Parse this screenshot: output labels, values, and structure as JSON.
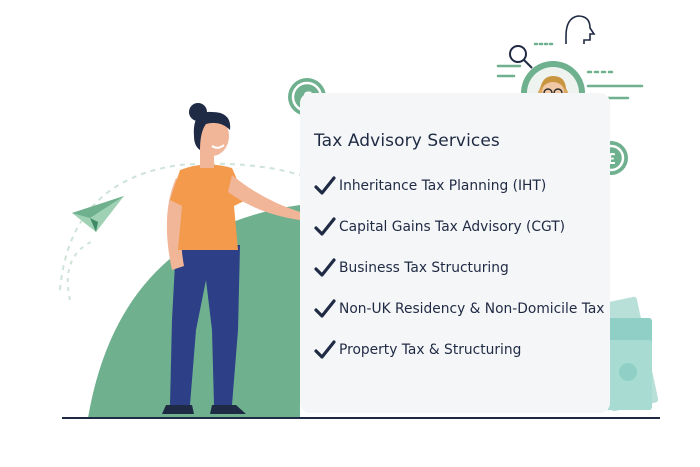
{
  "panel": {
    "title": "Tax Advisory Services",
    "services": [
      {
        "label": "Inheritance Tax Planning (IHT)"
      },
      {
        "label": "Capital Gains Tax Advisory (CGT)"
      },
      {
        "label": "Business Tax Structuring"
      },
      {
        "label": "Non-UK Residency & Non-Domicile Tax"
      },
      {
        "label": "Property Tax & Structuring"
      }
    ]
  },
  "icons": {
    "currency_symbol": "£",
    "check": "check-icon"
  },
  "colors": {
    "green": "#6fb08f",
    "dark_green": "#3f8a66",
    "navy": "#1f2a44",
    "orange": "#f39a4c",
    "jeans": "#2d3f86",
    "panel_bg": "#f5f6f7"
  }
}
